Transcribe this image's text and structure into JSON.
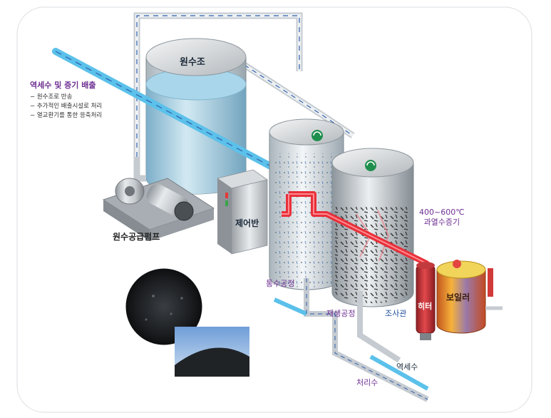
{
  "labels": {
    "raw_water_tank": "원수조",
    "control_panel": "제어반",
    "pump": "원수공급펌프",
    "water_process": "통수공정",
    "regeneration_process": "재생공정",
    "inspection_pipe": "조사관",
    "heater": "히터",
    "boiler": "보일러",
    "steam": "400~600℃\n과열수증기",
    "backwash": "역세수",
    "treated_water": "처리수"
  },
  "note": {
    "title": "역세수 및 증기 배출",
    "items": [
      "− 원수조로 반송",
      "− 추가적인 배출시설로 처리",
      "− 열교환기를 통한 응축처리"
    ]
  },
  "colors": {
    "water_pipe": "#5bc1ea",
    "steam_pipe": "#e8303a",
    "accent_text": "#6e2f93",
    "pipe_text": "#1f4e9c"
  }
}
